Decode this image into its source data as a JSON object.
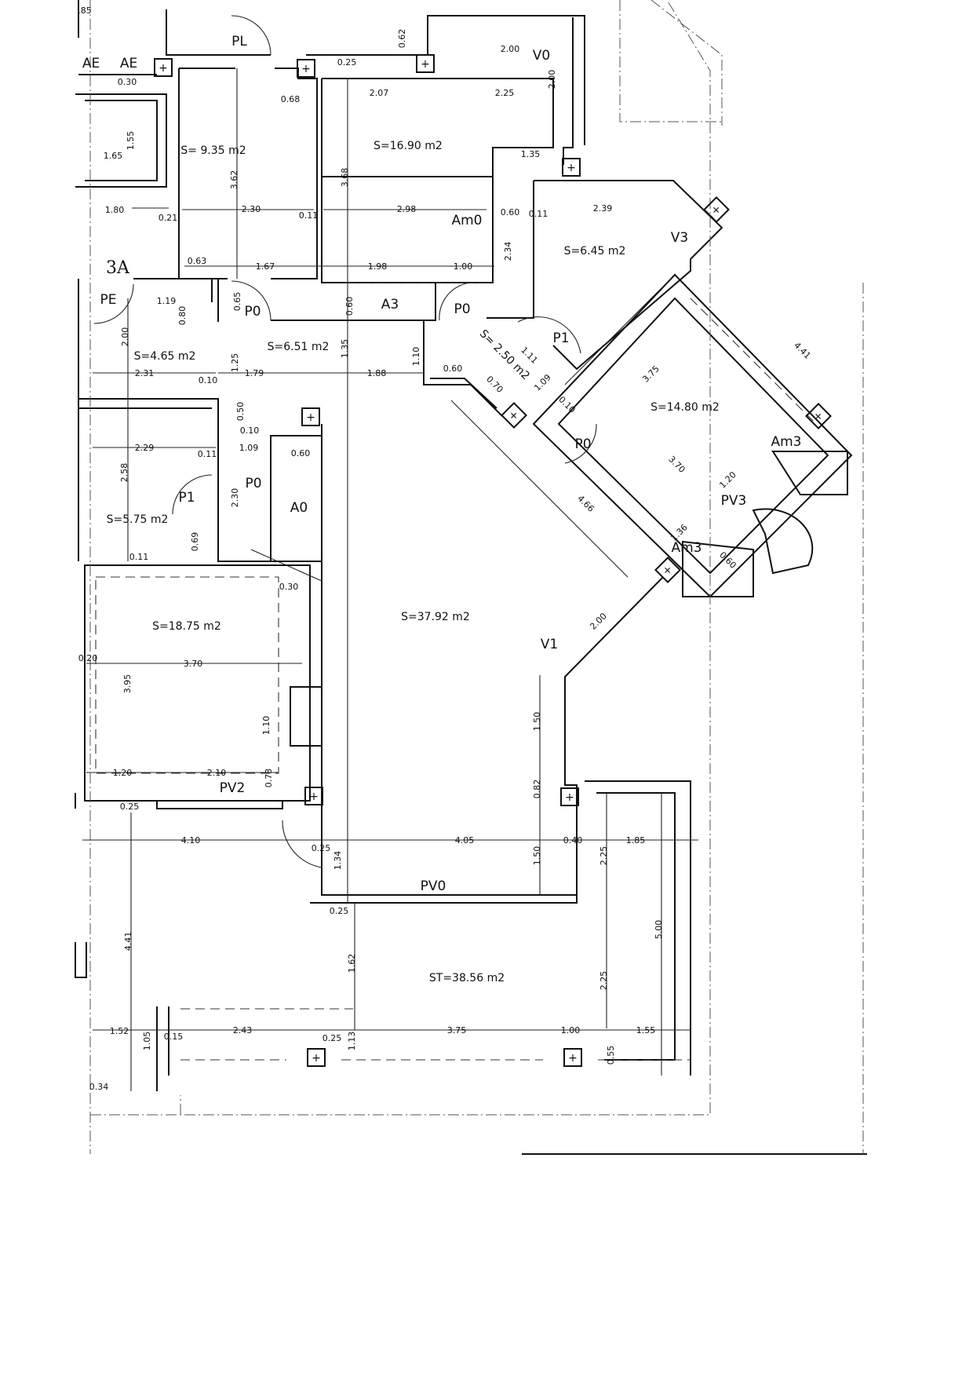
{
  "plan": {
    "rooms": [
      "S= 9.35 m2",
      "S=16.90 m2",
      "S=6.45 m2",
      "S=6.51 m2",
      "S=4.65 m2",
      "S=5.75 m2",
      "S=18.75 m2",
      "S=37.92 m2",
      "S=14.80 m2",
      "ST=38.56 m2",
      "S= 2.50 m2"
    ],
    "unit_label": "3A",
    "codes": [
      "PL",
      "V0",
      "AE",
      "AE",
      "PE",
      "P0",
      "A3",
      "P0",
      "P1",
      "Am0",
      "V3",
      "P0",
      "Am3",
      "PV3",
      "Am3",
      "A0",
      "P0",
      "P1",
      "V1",
      "PV2",
      "PV0"
    ],
    "dimensions": [
      ".85",
      "2.00",
      "2.00",
      "0.62",
      "0.25",
      "0.68",
      "2.07",
      "2.25",
      "1.35",
      "0.30",
      "1.55",
      "1.65",
      "3.62",
      "3.68",
      "1.80",
      "0.21",
      "2.30",
      "0.11",
      "2.98",
      "0.60",
      "0.11",
      "2.39",
      "2.34",
      "0.63",
      "1.67",
      "1.98",
      "1.00",
      "1.19",
      "0.80",
      "0.65",
      "0.60",
      "2.00",
      "1.25",
      "1.35",
      "1.10",
      "2.31",
      "0.10",
      "1.79",
      "1.88",
      "0.60",
      "0.70",
      "1.11",
      "1.09",
      "0.10",
      "3.75",
      "4.41",
      "0.50",
      "0.10",
      "1.09",
      "0.60",
      "2.29",
      "0.11",
      "2.58",
      "2.30",
      "3.70",
      "4.66",
      "1.20",
      "1.36",
      "0.60",
      "0.69",
      "0.11",
      "0.30",
      "2.00",
      "0.20",
      "3.70",
      "3.95",
      "1.10",
      "1.50",
      "1.20",
      "2.10",
      "0.73",
      "0.82",
      "0.25",
      "4.10",
      "0.25",
      "4.05",
      "0.40",
      "1.85",
      "1.34",
      "1.50",
      "2.25",
      "0.25",
      "5.00",
      "4.41",
      "1.62",
      "2.25",
      "1.52",
      "1.05",
      "0.15",
      "2.43",
      "0.25",
      "1.13",
      "3.75",
      "1.00",
      "1.55",
      "0.55",
      "0.34"
    ],
    "flue_symbol": "+",
    "colors": {
      "ink": "#111111",
      "paper": "#ffffff"
    }
  }
}
